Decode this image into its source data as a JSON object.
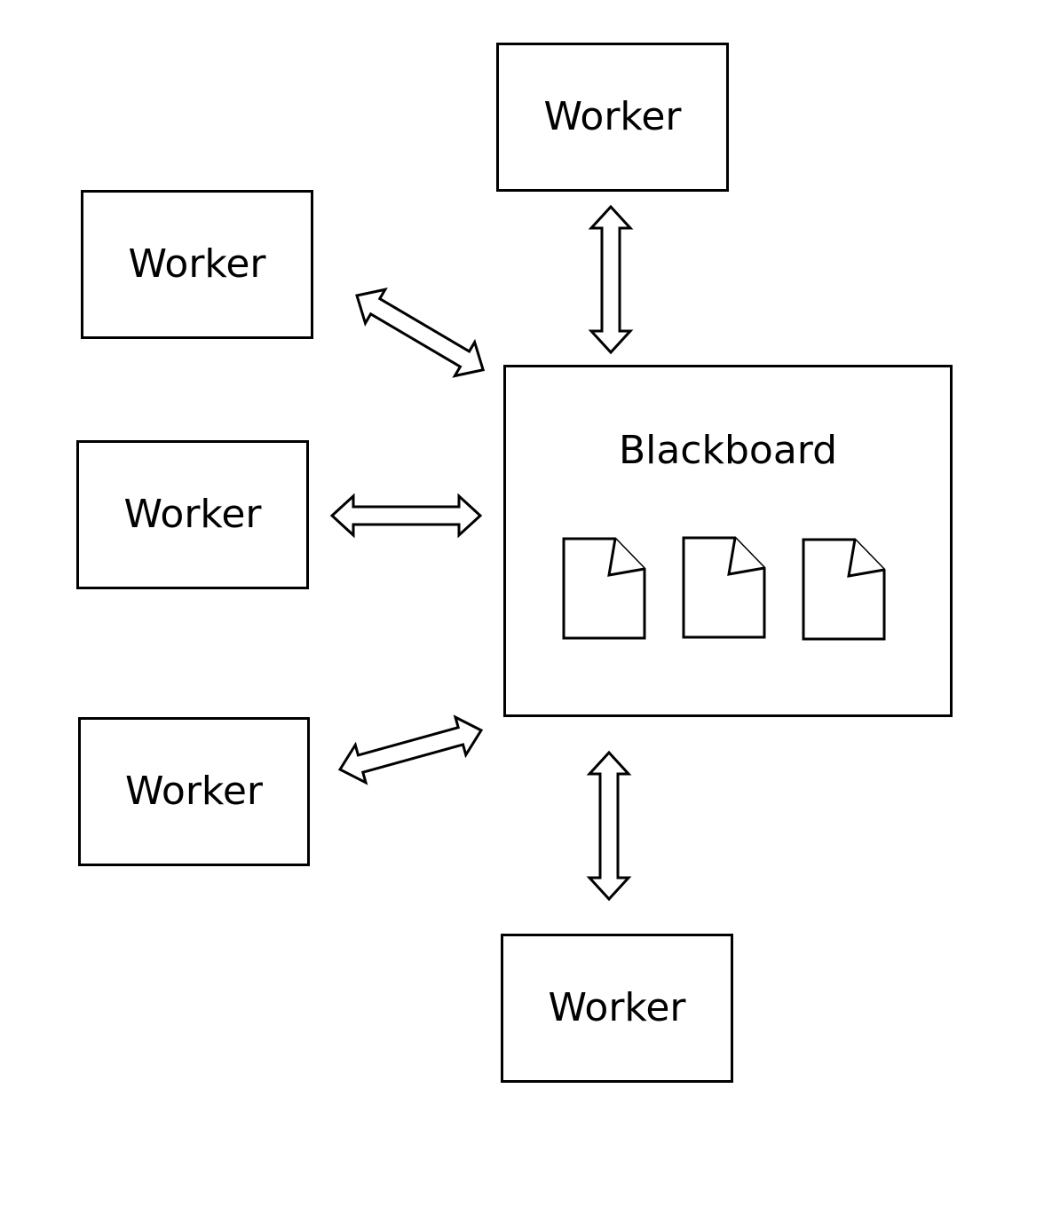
{
  "diagram": {
    "center_label": "Blackboard",
    "workers": [
      {
        "label": "Worker"
      },
      {
        "label": "Worker"
      },
      {
        "label": "Worker"
      },
      {
        "label": "Worker"
      },
      {
        "label": "Worker"
      }
    ],
    "document_count": 3,
    "icons": [
      "document-icon",
      "double-arrow-icon"
    ],
    "colors": {
      "stroke": "#000000",
      "fill": "#ffffff"
    }
  }
}
